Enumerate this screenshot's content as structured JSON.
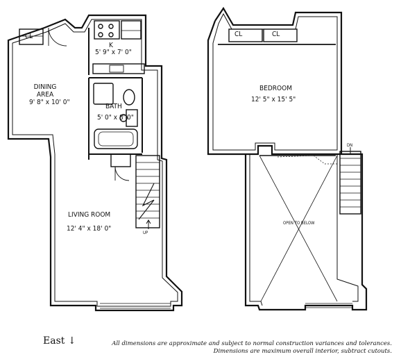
{
  "plan_left": {
    "closet": "CL",
    "kitchen": {
      "name": "K",
      "size": "5' 9\" x 7' 0\""
    },
    "dining": {
      "name_line1": "DINING",
      "name_line2": "AREA",
      "size": "9' 8\" x 10' 0\""
    },
    "bath": {
      "name": "BATH",
      "size": "5' 0\" x 8' 0\""
    },
    "living": {
      "name": "LIVING ROOM",
      "size": "12' 4\"  x  18' 0\""
    },
    "stair_label": "UP"
  },
  "plan_right": {
    "closets": [
      "CL",
      "CL"
    ],
    "bedroom": {
      "name": "BEDROOM",
      "size": "12' 5\"  x  15' 5\""
    },
    "open_label": "OPEN TO BELOW",
    "stair_label": "DN"
  },
  "orientation": "East ↓",
  "disclaimer": {
    "line1": "All dimensions are approximate and subject to normal construction variances and tolerances.",
    "line2": "Dimensions are maximum overall interior, subtract cutouts."
  }
}
